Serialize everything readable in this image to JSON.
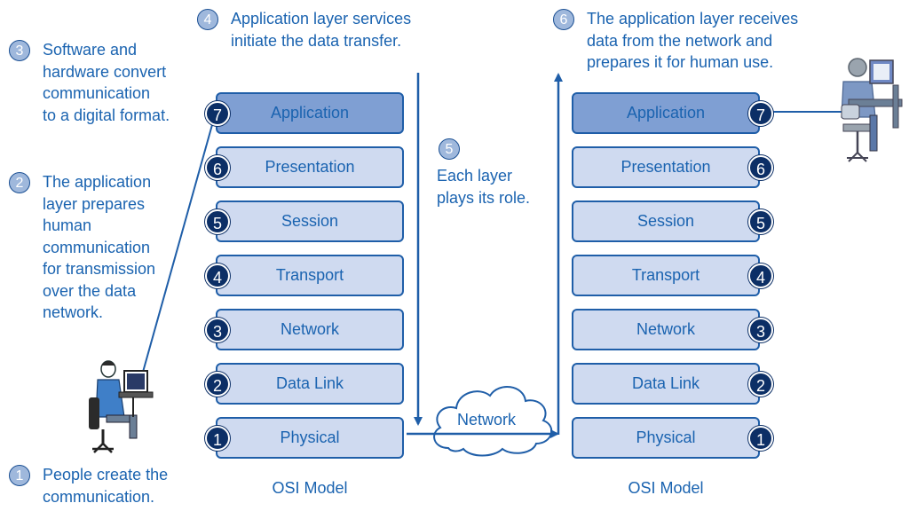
{
  "steps": {
    "s1": {
      "num": "1",
      "text": "People create the\ncommunication."
    },
    "s2": {
      "num": "2",
      "text": "The application\nlayer prepares\nhuman\ncommunication\nfor transmission\nover the data\nnetwork."
    },
    "s3": {
      "num": "3",
      "text": "Software and\nhardware convert\ncommunication\nto a digital format."
    },
    "s4": {
      "num": "4",
      "text": "Application layer services\ninitiate the data transfer."
    },
    "s5": {
      "num": "5",
      "text": "Each layer\nplays its role."
    },
    "s6": {
      "num": "6",
      "text": "The application layer receives\ndata from the network and\nprepares it for human use."
    }
  },
  "left_model": {
    "label": "OSI Model",
    "layers": [
      {
        "num": "7",
        "name": "Application"
      },
      {
        "num": "6",
        "name": "Presentation"
      },
      {
        "num": "5",
        "name": "Session"
      },
      {
        "num": "4",
        "name": "Transport"
      },
      {
        "num": "3",
        "name": "Network"
      },
      {
        "num": "2",
        "name": "Data Link"
      },
      {
        "num": "1",
        "name": "Physical"
      }
    ]
  },
  "right_model": {
    "label": "OSI Model",
    "layers": [
      {
        "num": "7",
        "name": "Application"
      },
      {
        "num": "6",
        "name": "Presentation"
      },
      {
        "num": "5",
        "name": "Session"
      },
      {
        "num": "4",
        "name": "Transport"
      },
      {
        "num": "3",
        "name": "Network"
      },
      {
        "num": "2",
        "name": "Data Link"
      },
      {
        "num": "1",
        "name": "Physical"
      }
    ]
  },
  "network_cloud_label": "Network",
  "colors": {
    "text": "#1a63b0",
    "layer_fill": "#cfdaf0",
    "top_layer_fill": "#7f9fd3",
    "badge_dark": "#0c2f66",
    "line": "#1f5ea8"
  }
}
